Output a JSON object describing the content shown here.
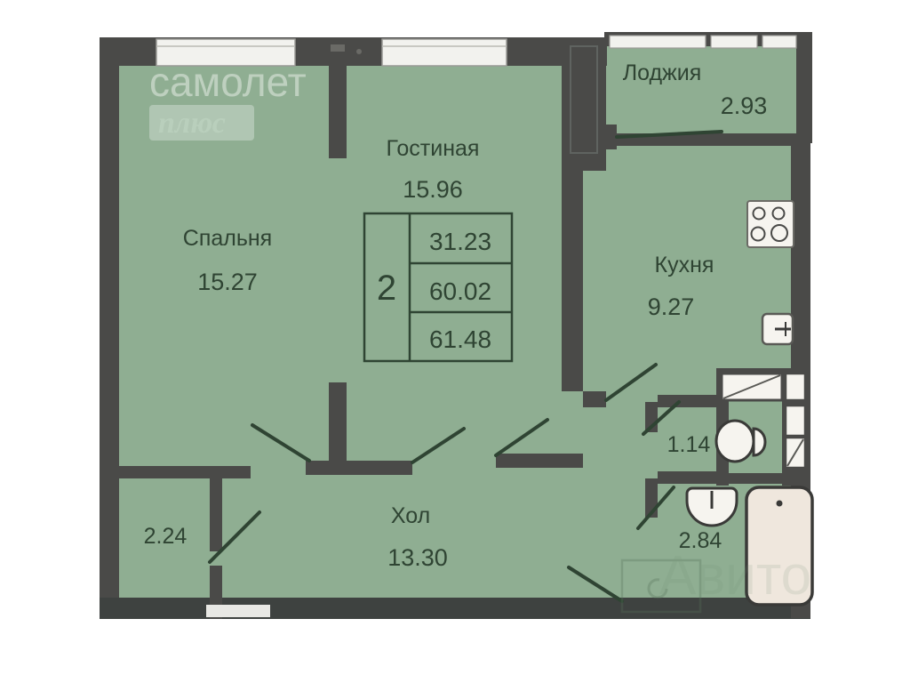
{
  "document": {
    "type": "apartment-floor-plan",
    "language": "ru"
  },
  "colors": {
    "floor": "#8fae92",
    "wall": "#4a4a48",
    "wall_dark": "#3e4240",
    "text": "#2f4433",
    "window_glass": "#f2f2ee",
    "fixture_fill": "#f6f4ef",
    "background": "#ffffff",
    "bath_fill": "#efe7dd"
  },
  "rooms": [
    {
      "id": "bedroom",
      "name": "Спальня",
      "area": "15.27"
    },
    {
      "id": "living",
      "name": "Гостиная",
      "area": "15.96"
    },
    {
      "id": "kitchen",
      "name": "Кухня",
      "area": "9.27"
    },
    {
      "id": "loggia",
      "name": "Лоджия",
      "area": "2.93"
    },
    {
      "id": "hall",
      "name": "Хол",
      "area": "13.30"
    },
    {
      "id": "wc",
      "name": "",
      "area": "1.14"
    },
    {
      "id": "bathroom",
      "name": "",
      "area": "2.84"
    },
    {
      "id": "storage",
      "name": "",
      "area": "2.24"
    }
  ],
  "summary_table": {
    "rooms_count": "2",
    "living_area": "31.23",
    "total_area_without_loggia": "60.02",
    "total_area_with_loggia": "61.48"
  },
  "watermarks": {
    "brand_line1": "самолет",
    "brand_line2": "плюс",
    "secondary": "Авито"
  },
  "fixtures": [
    {
      "name": "stove-4-burner",
      "room": "kitchen"
    },
    {
      "name": "kitchen-sink",
      "room": "kitchen"
    },
    {
      "name": "toilet",
      "room": "wc"
    },
    {
      "name": "washbasin",
      "room": "bathroom"
    },
    {
      "name": "bathtub",
      "room": "bathroom"
    },
    {
      "name": "cabinet",
      "room": "bathroom"
    }
  ]
}
